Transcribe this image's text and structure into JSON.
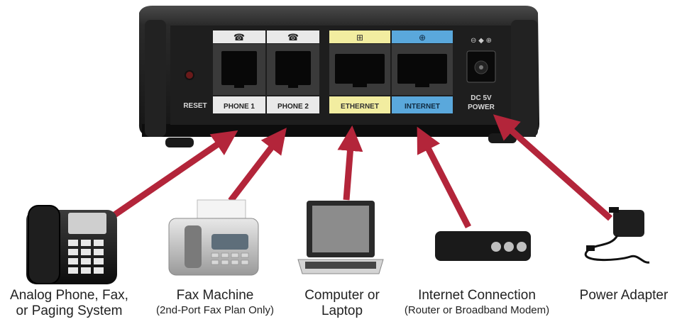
{
  "router": {
    "reset_label": "RESET",
    "ports": [
      {
        "label": "PHONE 1",
        "icon": "phone-icon"
      },
      {
        "label": "PHONE 2",
        "icon": "phone-icon"
      },
      {
        "label": "ETHERNET",
        "icon": "network-icon"
      },
      {
        "label": "INTERNET",
        "icon": "globe-icon"
      }
    ],
    "power_label_1": "DC 5V",
    "power_label_2": "POWER",
    "colors": {
      "ethernet": "#f2eda0",
      "internet": "#5aa8dc",
      "arrow": "#b3253a"
    }
  },
  "devices": [
    {
      "main": "Analog Phone, Fax,",
      "sub": "or Paging System",
      "icon": "desk-phone-icon"
    },
    {
      "main": "Fax Machine",
      "sub": "(2nd-Port Fax Plan Only)",
      "icon": "fax-machine-icon"
    },
    {
      "main": "Computer or",
      "sub": "Laptop",
      "icon": "laptop-icon"
    },
    {
      "main": "Internet Connection",
      "sub": "(Router or Broadband Modem)",
      "icon": "modem-icon"
    },
    {
      "main": "Power Adapter",
      "sub": "",
      "icon": "power-adapter-icon"
    }
  ]
}
